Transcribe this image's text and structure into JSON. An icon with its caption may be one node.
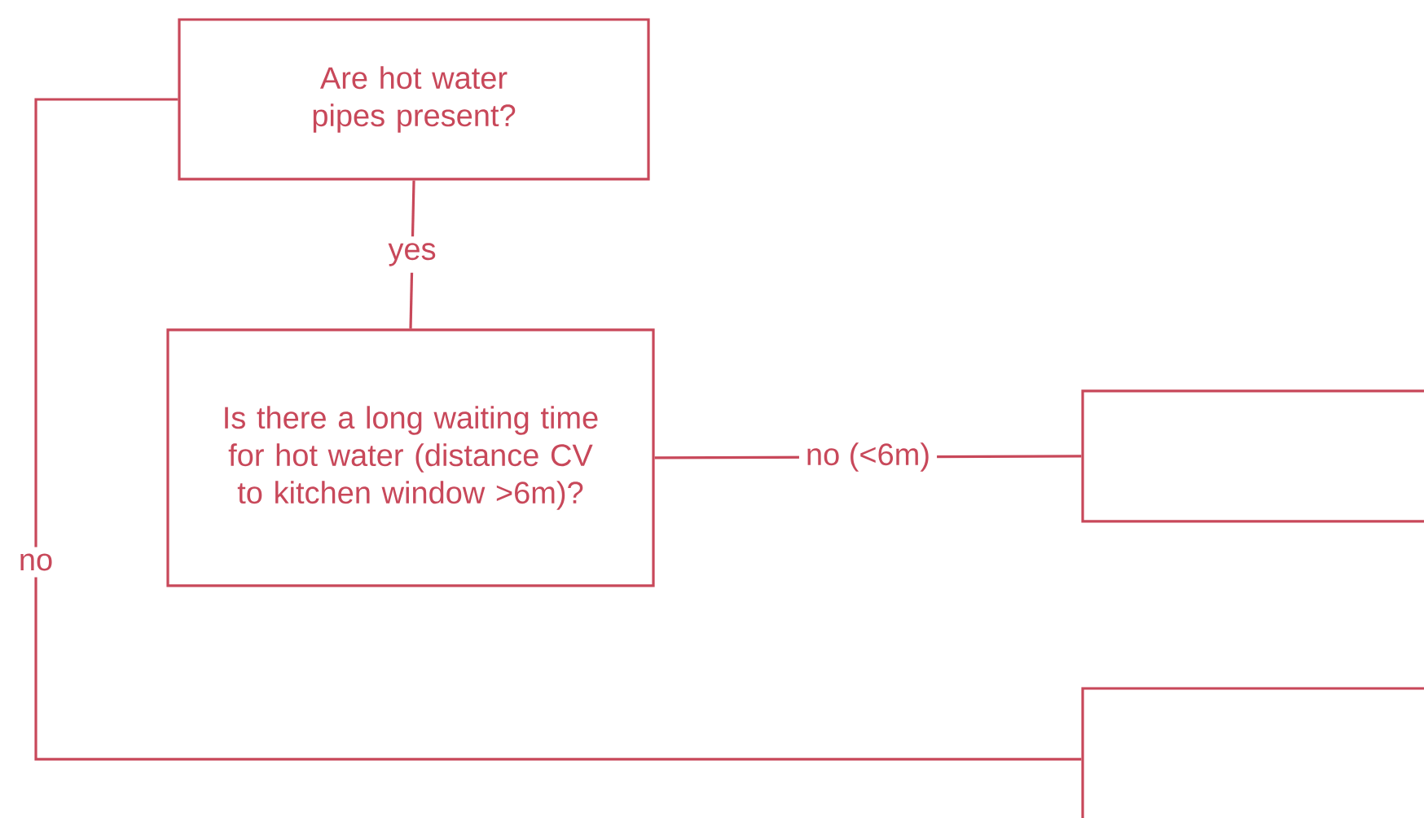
{
  "diagram": {
    "nodes": [
      {
        "text": [
          "Are hot water pipes present?"
        ]
      },
      {
        "text": [
          "Is there a long waiting time for hot water (distance CV to kitchen window >6m)?"
        ]
      },
      {
        "text": [],
        "shape": "box"
      },
      {
        "text": [],
        "shape": "box"
      }
    ],
    "edges": [
      {
        "from": 0,
        "to": 1,
        "arrow": "none",
        "label": "yes"
      },
      {
        "from": 1,
        "to": 2,
        "arrow": "none",
        "label": "no (<6m)"
      },
      {
        "from": 0,
        "to": 3,
        "arrow": "none",
        "label": "no"
      }
    ]
  }
}
